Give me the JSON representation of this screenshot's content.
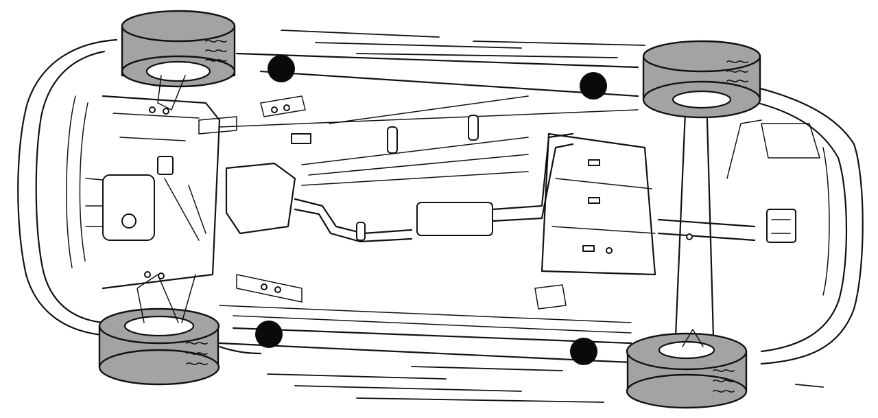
{
  "colors": {
    "line": "#111111",
    "tire": "#a3a3a3",
    "jack_point": "#0a0a0a",
    "background": "#ffffff"
  },
  "wheels": [
    {
      "name": "front-left-wheel"
    },
    {
      "name": "front-right-wheel"
    },
    {
      "name": "rear-left-wheel"
    },
    {
      "name": "rear-right-wheel"
    }
  ],
  "jack_points": [
    {
      "name": "jack-point-front-left"
    },
    {
      "name": "jack-point-rear-left"
    },
    {
      "name": "jack-point-front-right"
    },
    {
      "name": "jack-point-rear-right"
    }
  ]
}
